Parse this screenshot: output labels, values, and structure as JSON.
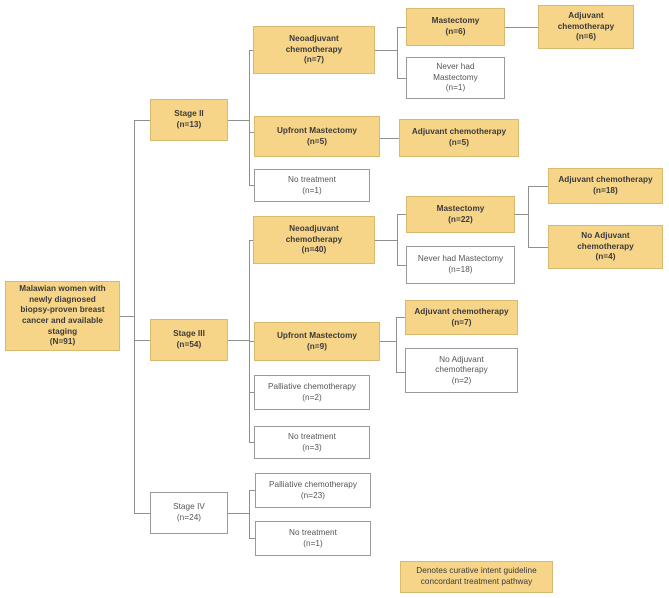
{
  "diagram": {
    "title": "Breast cancer treatment pathway flow diagram",
    "colors": {
      "fill_highlight": "#F6D488",
      "fill_plain": "#FFFFFF",
      "border": "#9A9A9A",
      "border_highlight": "#D9B96F",
      "connector": "#8F8F8F",
      "text": "#404040"
    },
    "legend": {
      "label": "Denotes curative intent guideline\nconcordant treatment pathway",
      "highlighted": true
    },
    "root": {
      "label": "Malawian women with\nnewly diagnosed\nbiopsy-proven breast\ncancer and available\nstaging\n(N=91)",
      "highlighted": true,
      "n": 91
    },
    "stages": [
      {
        "label": "Stage II\n(n=13)",
        "name": "Stage II",
        "n": 13,
        "highlighted": true
      },
      {
        "label": "Stage III\n(n=54)",
        "name": "Stage III",
        "n": 54,
        "highlighted": true
      },
      {
        "label": "Stage IV\n(n=24)",
        "name": "Stage IV",
        "n": 24,
        "highlighted": false
      }
    ],
    "nodes": {
      "s2_neoadj": {
        "label": "Neoadjuvant\nchemotherapy\n(n=7)",
        "n": 7,
        "highlighted": true
      },
      "s2_neoadj_mast": {
        "label": "Mastectomy\n(n=6)",
        "n": 6,
        "highlighted": true
      },
      "s2_neoadj_mast_adj": {
        "label": "Adjuvant\nchemotherapy\n(n=6)",
        "n": 6,
        "highlighted": true
      },
      "s2_neoadj_nomast": {
        "label": "Never had\nMastectomy\n(n=1)",
        "n": 1,
        "highlighted": false
      },
      "s2_upfront": {
        "label": "Upfront Mastectomy\n(n=5)",
        "n": 5,
        "highlighted": true
      },
      "s2_upfront_adj": {
        "label": "Adjuvant chemotherapy\n(n=5)",
        "n": 5,
        "highlighted": true
      },
      "s2_notreat": {
        "label": "No treatment\n(n=1)",
        "n": 1,
        "highlighted": false
      },
      "s3_neoadj": {
        "label": "Neoadjuvant\nchemotherapy\n(n=40)",
        "n": 40,
        "highlighted": true
      },
      "s3_neoadj_mast": {
        "label": "Mastectomy\n(n=22)",
        "n": 22,
        "highlighted": true
      },
      "s3_neoadj_mast_adj": {
        "label": "Adjuvant chemotherapy\n(n=18)",
        "n": 18,
        "highlighted": true
      },
      "s3_neoadj_mast_noadj": {
        "label": "No Adjuvant\nchemotherapy\n(n=4)",
        "n": 4,
        "highlighted": true
      },
      "s3_neoadj_nomast": {
        "label": "Never had Mastectomy\n(n=18)",
        "n": 18,
        "highlighted": false
      },
      "s3_upfront": {
        "label": "Upfront Mastectomy\n(n=9)",
        "n": 9,
        "highlighted": true
      },
      "s3_upfront_adj": {
        "label": "Adjuvant chemotherapy\n(n=7)",
        "n": 7,
        "highlighted": true
      },
      "s3_upfront_noadj": {
        "label": "No Adjuvant\nchemotherapy\n(n=2)",
        "n": 2,
        "highlighted": false
      },
      "s3_palliative": {
        "label": "Palliative chemotherapy\n(n=2)",
        "n": 2,
        "highlighted": false
      },
      "s3_notreat": {
        "label": "No treatment\n(n=3)",
        "n": 3,
        "highlighted": false
      },
      "s4_palliative": {
        "label": "Palliative chemotherapy\n(n=23)",
        "n": 23,
        "highlighted": false
      },
      "s4_notreat": {
        "label": "No treatment\n(n=1)",
        "n": 1,
        "highlighted": false
      }
    }
  }
}
